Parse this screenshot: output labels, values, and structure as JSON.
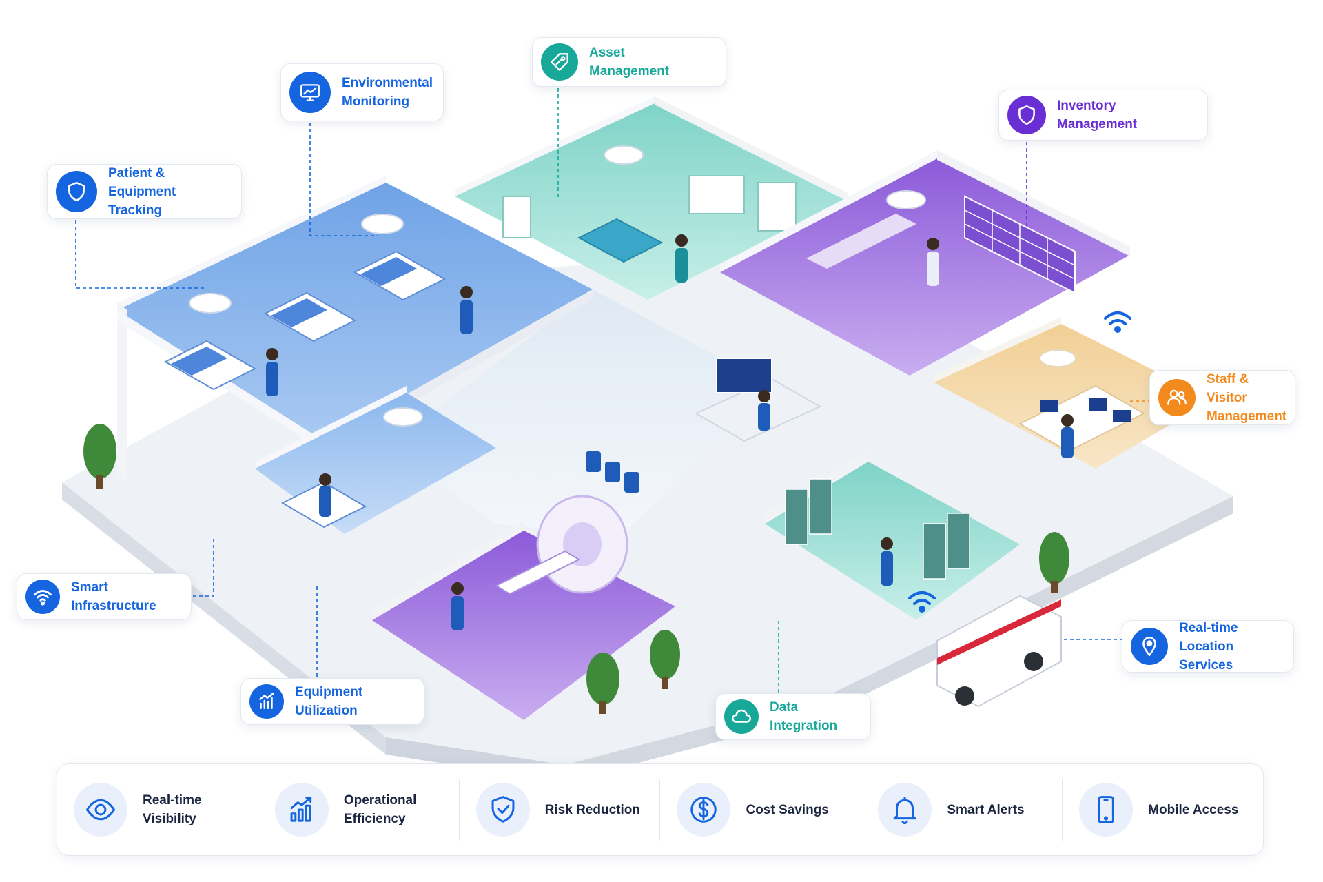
{
  "colors": {
    "blue": "#1565e0",
    "teal": "#17a89a",
    "purple": "#6a2fd4",
    "orange": "#f28a1d",
    "blue_room": "#8ab4ec",
    "teal_room": "#9fded6",
    "purple_room": "#b08ae6",
    "amber_room": "#f3d7a8",
    "text_dark": "#1c2540"
  },
  "callouts": {
    "environmental_monitoring": {
      "label": "Environmental\nMonitoring",
      "icon": "monitor-chart-icon",
      "color": "#1565e0"
    },
    "asset_management": {
      "label": "Asset Management",
      "icon": "tag-icon",
      "color": "#17a89a"
    },
    "inventory_management": {
      "label": "Inventory Management",
      "icon": "shield-icon",
      "color": "#6a2fd4"
    },
    "patient_equipment_tracking": {
      "label": "Patient & Equipment\nTracking",
      "icon": "shield-icon",
      "color": "#1565e0"
    },
    "staff_visitor_management": {
      "label": "Staff & Visitor\nManagement",
      "icon": "people-icon",
      "color": "#f28a1d"
    },
    "smart_infrastructure": {
      "label": "Smart Infrastructure",
      "icon": "wifi-icon",
      "color": "#1565e0"
    },
    "real_time_location": {
      "label": "Real-time Location\nServices",
      "icon": "location-pin-icon",
      "color": "#1565e0"
    },
    "equipment_utilization": {
      "label": "Equipment Utilization",
      "icon": "bar-chart-icon",
      "color": "#1565e0"
    },
    "data_integration": {
      "label": "Data Integration",
      "icon": "cloud-icon",
      "color": "#17a89a"
    }
  },
  "benefits": [
    {
      "label": "Real-time Visibility",
      "icon": "eye-icon"
    },
    {
      "label": "Operational\nEfficiency",
      "icon": "growth-chart-icon"
    },
    {
      "label": "Risk Reduction",
      "icon": "shield-check-icon"
    },
    {
      "label": "Cost Savings",
      "icon": "dollar-icon"
    },
    {
      "label": "Smart Alerts",
      "icon": "bell-icon"
    },
    {
      "label": "Mobile Access",
      "icon": "phone-icon"
    }
  ]
}
